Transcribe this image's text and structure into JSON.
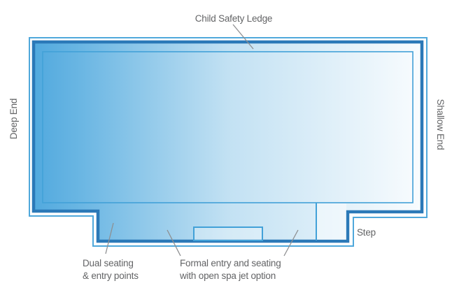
{
  "diagram": {
    "type": "pool-floor-plan",
    "labels": {
      "child_safety_ledge": "Child Safety Ledge",
      "deep_end": "Deep End",
      "shallow_end": "Shallow End",
      "step": "Step",
      "dual_seating": {
        "line1": "Dual seating",
        "line2": "& entry points"
      },
      "formal_entry": {
        "line1": "Formal entry and seating",
        "line2": "with open spa jet option"
      }
    }
  },
  "colors": {
    "background": "#FFFFFF",
    "pool_wall": "#2B79B8",
    "outer_coping_line": "#4FA8DB",
    "ledge_line": "#42A1D8",
    "water_deep": "#51A9DE",
    "water_mid1": "#6AB6E3",
    "water_mid2": "#C2E1F3",
    "water_shallow": "#F9FCFE",
    "label_text": "#636466",
    "leader_line": "#8E8F91"
  }
}
